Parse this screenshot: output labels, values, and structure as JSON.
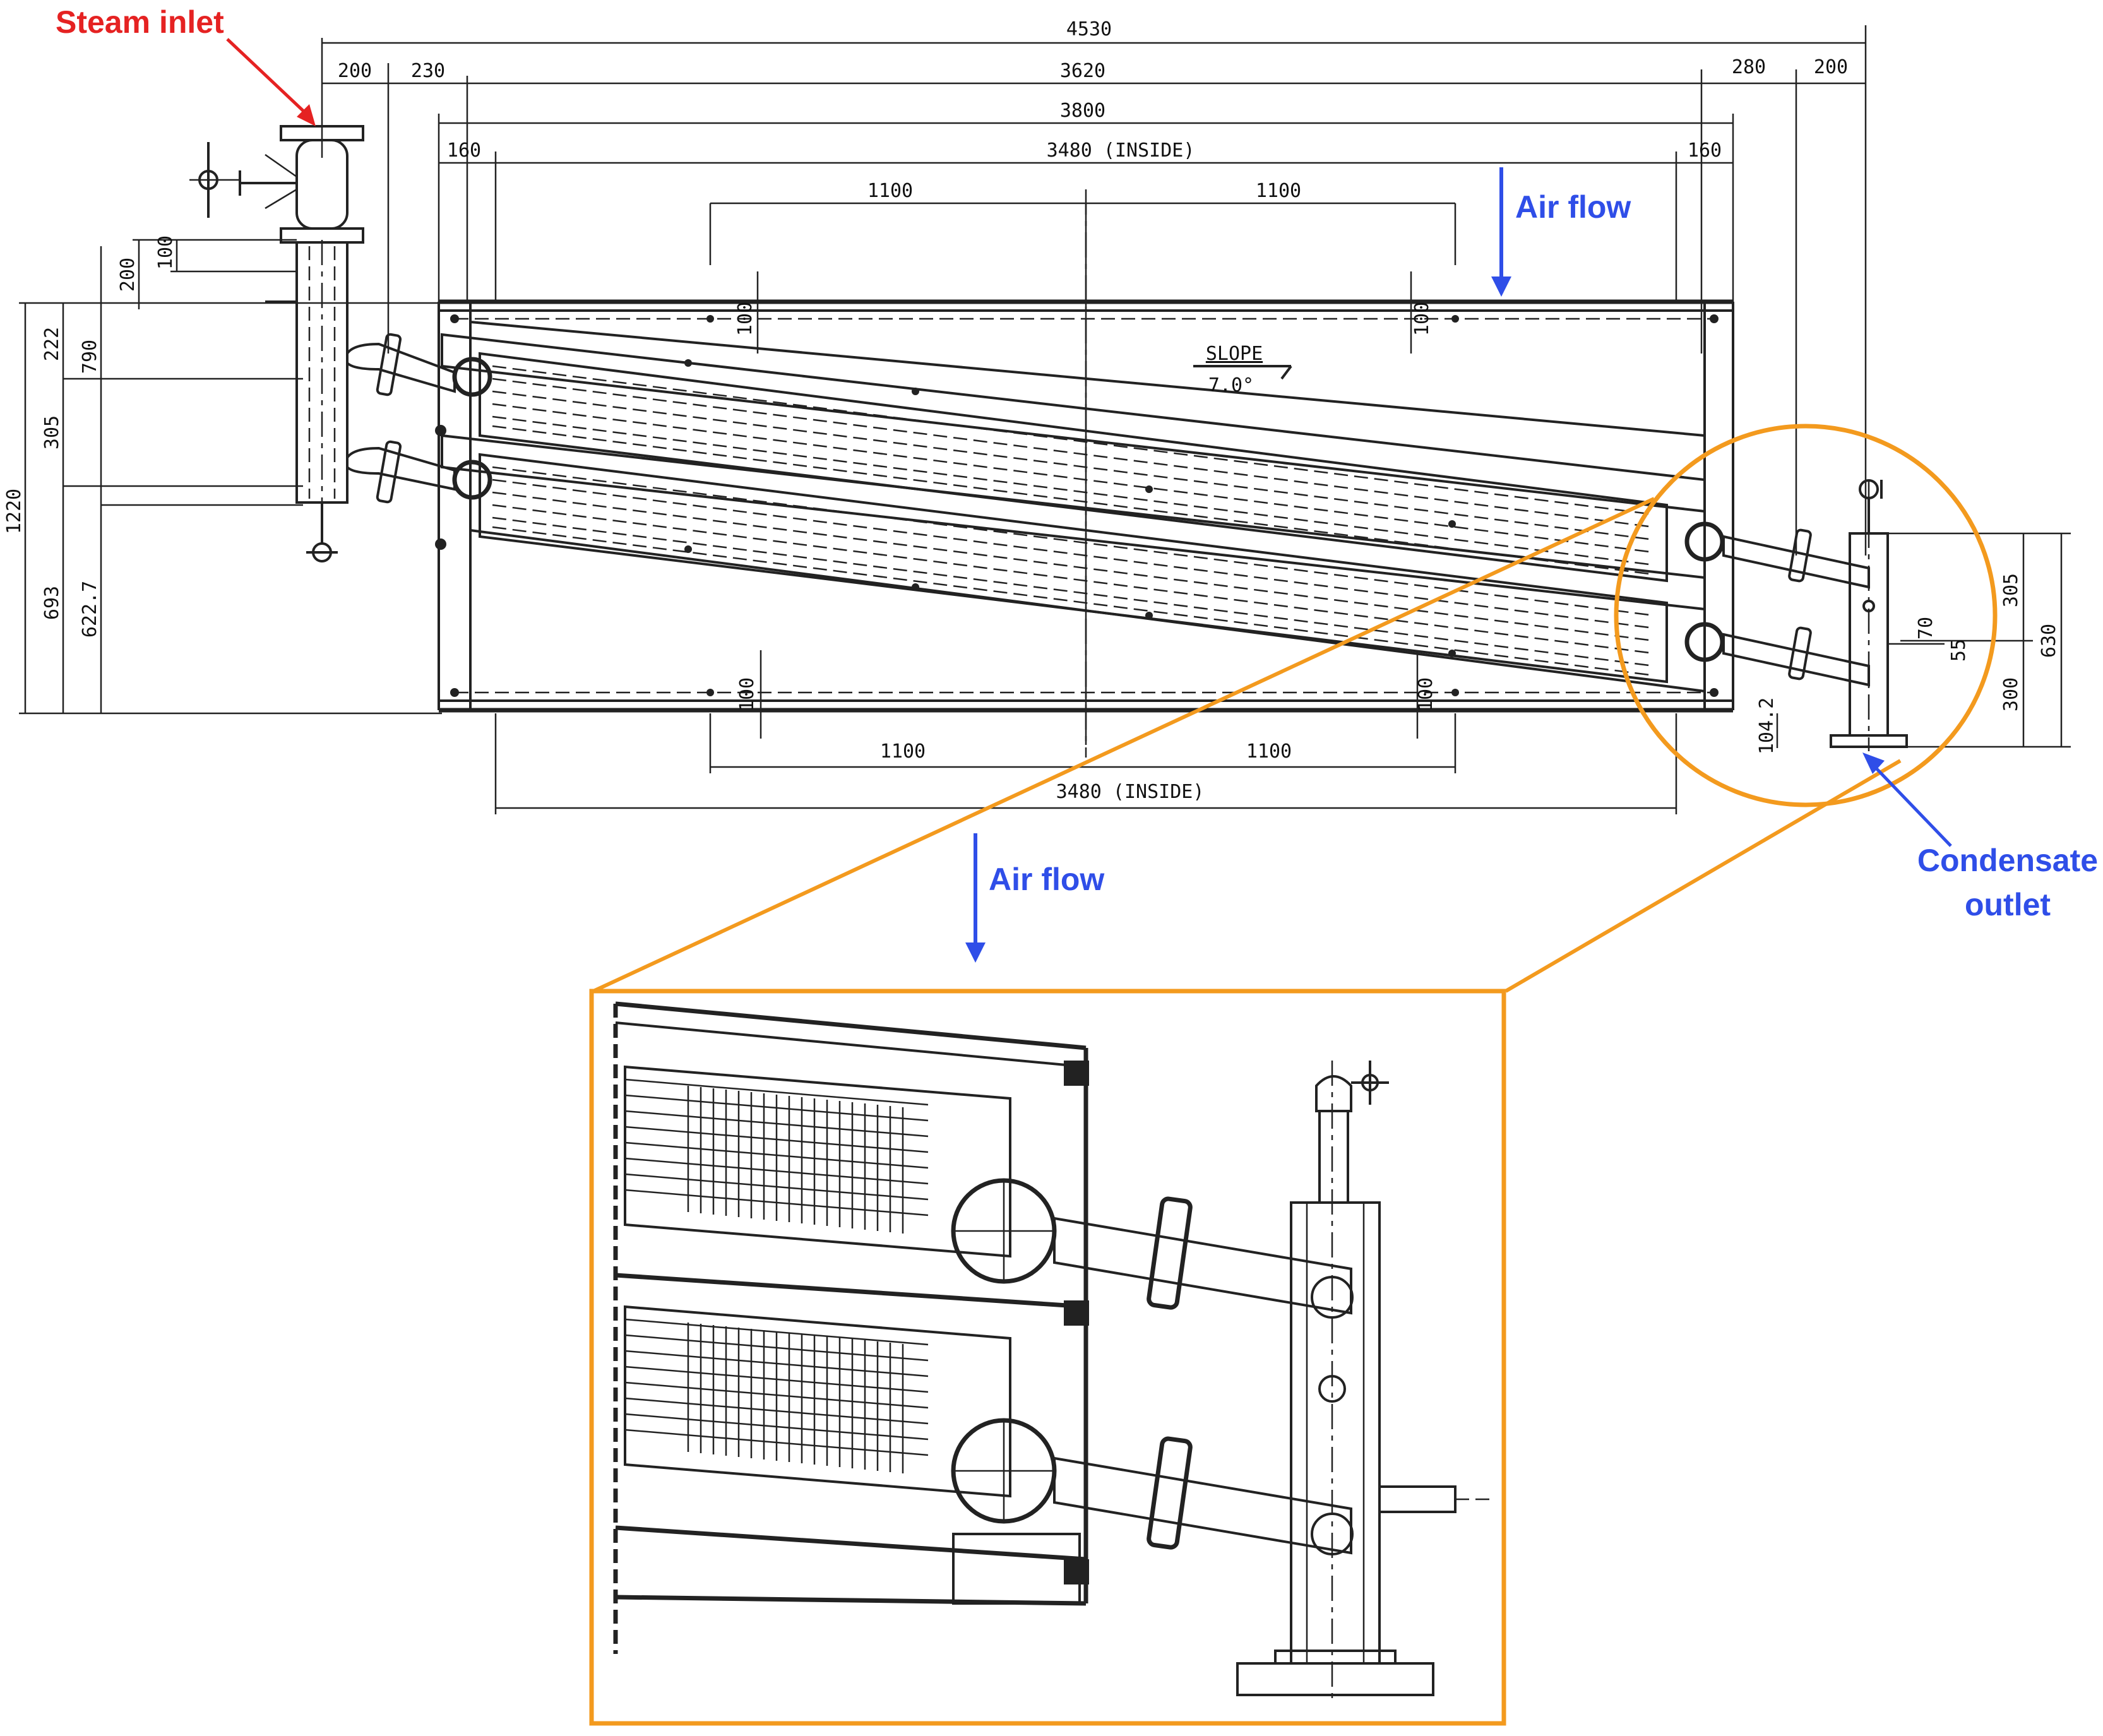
{
  "callouts": {
    "steam_inlet": "Steam inlet",
    "air_flow_top": "Air flow",
    "air_flow_inset": "Air flow",
    "condensate_line1": "Condensate",
    "condensate_line2": "outlet"
  },
  "slope": {
    "label": "SLOPE",
    "angle": "7.0°"
  },
  "dimensions": {
    "overall": "4530",
    "left_200": "200",
    "left_230": "230",
    "span_3620": "3620",
    "right_280": "280",
    "right_200": "200",
    "span_3800": "3800",
    "left_160": "160",
    "inside_top": "3480 (INSIDE)",
    "right_160": "160",
    "top_1100_a": "1100",
    "top_1100_b": "1100",
    "bottom_1100_a": "1100",
    "bottom_1100_b": "1100",
    "inside_bottom": "3480 (INSIDE)",
    "v_1220": "1220",
    "v_222": "222",
    "v_305_left": "305",
    "v_693": "693",
    "v_790": "790",
    "v_622_7": "622.7",
    "v_200": "200",
    "v_100": "100",
    "v_305_right": "305",
    "v_630": "630",
    "v_300": "300",
    "v_70": "70",
    "v_55": "55",
    "v_104_2": "104.2",
    "v_100_tl": "100",
    "v_100_tr": "100",
    "v_100_bl": "100",
    "v_100_br": "100"
  },
  "colors": {
    "steam_inlet": "#e52222",
    "air_flow": "#2f4ee8",
    "condensate": "#2f4ee8",
    "highlight": "#f39a1e",
    "linework": "#222222"
  }
}
